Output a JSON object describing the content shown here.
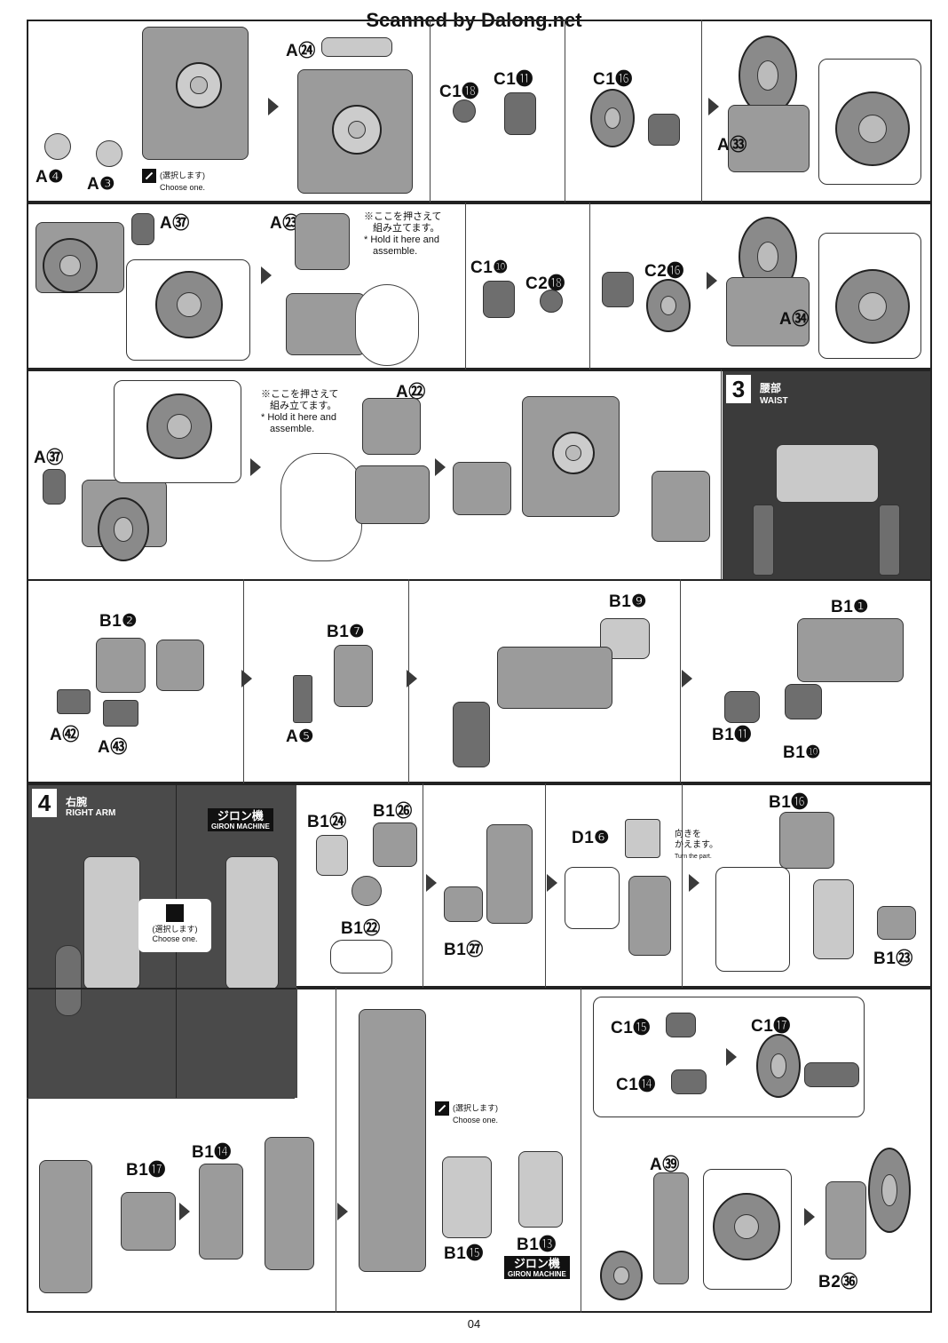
{
  "header": {
    "title": "Scanned by Dalong.net"
  },
  "page": {
    "number": "04"
  },
  "labels": {
    "a24": "A㉔",
    "a4": "A❹",
    "a3": "A❸",
    "c118": "C1⓲",
    "c111": "C1⓫",
    "c116": "C1⓰",
    "a33": "A㉝",
    "a37_r2": "A㊲",
    "a23": "A㉓",
    "c110": "C1❿",
    "c218": "C2⓲",
    "c216": "C2⓰",
    "a34": "A㉞",
    "a37_r3": "A㊲",
    "a22": "A㉒",
    "b12": "B1❷",
    "a42": "A㊷",
    "a43": "A㊸",
    "b17": "B1❼",
    "a5": "A❺",
    "b19": "B1❾",
    "b11": "B1❶",
    "b111": "B1⓫",
    "b110": "B1❿",
    "b124": "B1㉔",
    "b126": "B1㉖",
    "b122": "B1㉒",
    "b127": "B1㉗",
    "d16": "D1❻",
    "b116": "B1⓰",
    "b123": "B1㉓",
    "b117": "B1⓱",
    "b114": "B1⓮",
    "b115": "B1⓯",
    "b113": "B1⓭",
    "c115": "C1⓯",
    "c114": "C1⓮",
    "c117": "C1⓱",
    "a39": "A㊴",
    "b236": "B2㊱"
  },
  "notes": {
    "select_jp": "(選択します)",
    "select_en": "Choose one.",
    "hold_jp_1": "※ここを押さえて",
    "hold_jp_2": "組み立てます。",
    "hold_en_1": "* Hold it here and",
    "hold_en_2": "assemble.",
    "turn_jp_1": "向きを",
    "turn_jp_2": "かえます。",
    "turn_en": "Turn the part."
  },
  "sections": {
    "waist": {
      "number": "3",
      "jp": "腰部",
      "en": "WAIST"
    },
    "right_arm": {
      "number": "4",
      "jp": "右腕",
      "en": "RIGHT ARM"
    },
    "giron": {
      "jp": "ジロン機",
      "en": "GIRON MACHINE"
    }
  }
}
